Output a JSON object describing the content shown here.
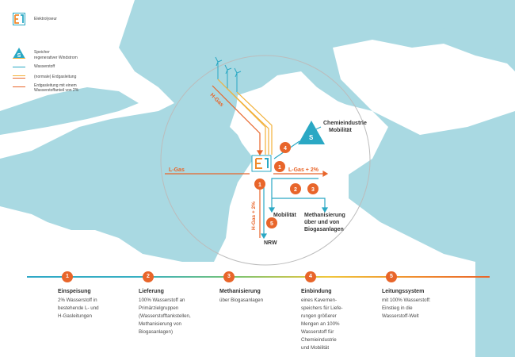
{
  "legend": {
    "electrolyser": "Elektrolyseur",
    "electrolyser_icon": "E1-logo-icon",
    "storage_icon_letter": "S",
    "storage": "Speicher",
    "wind_power": "regenerativer Windstrom",
    "hydrogen": "Wasserstoff",
    "natural_gas": "(normale) Erdgasleitung",
    "blend_line1": "Erdgasleitung mit einem",
    "blend_line2": "Wasserstoffanteil von 2%"
  },
  "colors": {
    "water": "#a9d9e2",
    "land": "#ffffff",
    "wind": "#f2b13a",
    "hydrogen": "#2aa8c4",
    "gas": "#e8652a",
    "badge": "#e8652a"
  },
  "diagram": {
    "h_gas": "H-Gas",
    "l_gas": "L-Gas",
    "l_gas_plus": "L-Gas + 2%",
    "h_gas_plus": "H-Gas + 2%",
    "chemical_industry": "Chemieindustrie",
    "mobility_top": "Mobilität",
    "storage_letter": "S",
    "mobility": "Mobilität",
    "methanation_line1": "Methanisierung",
    "methanation_line2": "über und von",
    "methanation_line3": "Biogasanlagen",
    "nrw": "NRW",
    "badges": [
      "1",
      "2",
      "3",
      "4",
      "5"
    ]
  },
  "steps": [
    {
      "number": "1",
      "title": "Einspeisung",
      "lines": [
        "2% Wasserstoff in",
        "bestehende L- und",
        "H-Gasleitungen"
      ]
    },
    {
      "number": "2",
      "title": "Lieferung",
      "lines": [
        "100% Wasserstoff an",
        "Primärzielgruppen",
        "(Wasserstofftankstellen,",
        "Methanisierung von",
        "Biogasanlagen)"
      ]
    },
    {
      "number": "3",
      "title": "Methanisierung",
      "lines": [
        "über Biogasanlagen"
      ]
    },
    {
      "number": "4",
      "title": "Einbindung",
      "lines": [
        "eines Kavernen-",
        "speichers für Liefe-",
        "rungen größerer",
        "Mengen an 100%",
        "Wasserstoff für",
        "Chemieindustrie",
        "und Mobilität"
      ]
    },
    {
      "number": "5",
      "title": "Leitungssystem",
      "lines": [
        "mit 100% Wasserstoff:",
        "Einstieg in die",
        "Wasserstoff-Welt"
      ]
    }
  ]
}
